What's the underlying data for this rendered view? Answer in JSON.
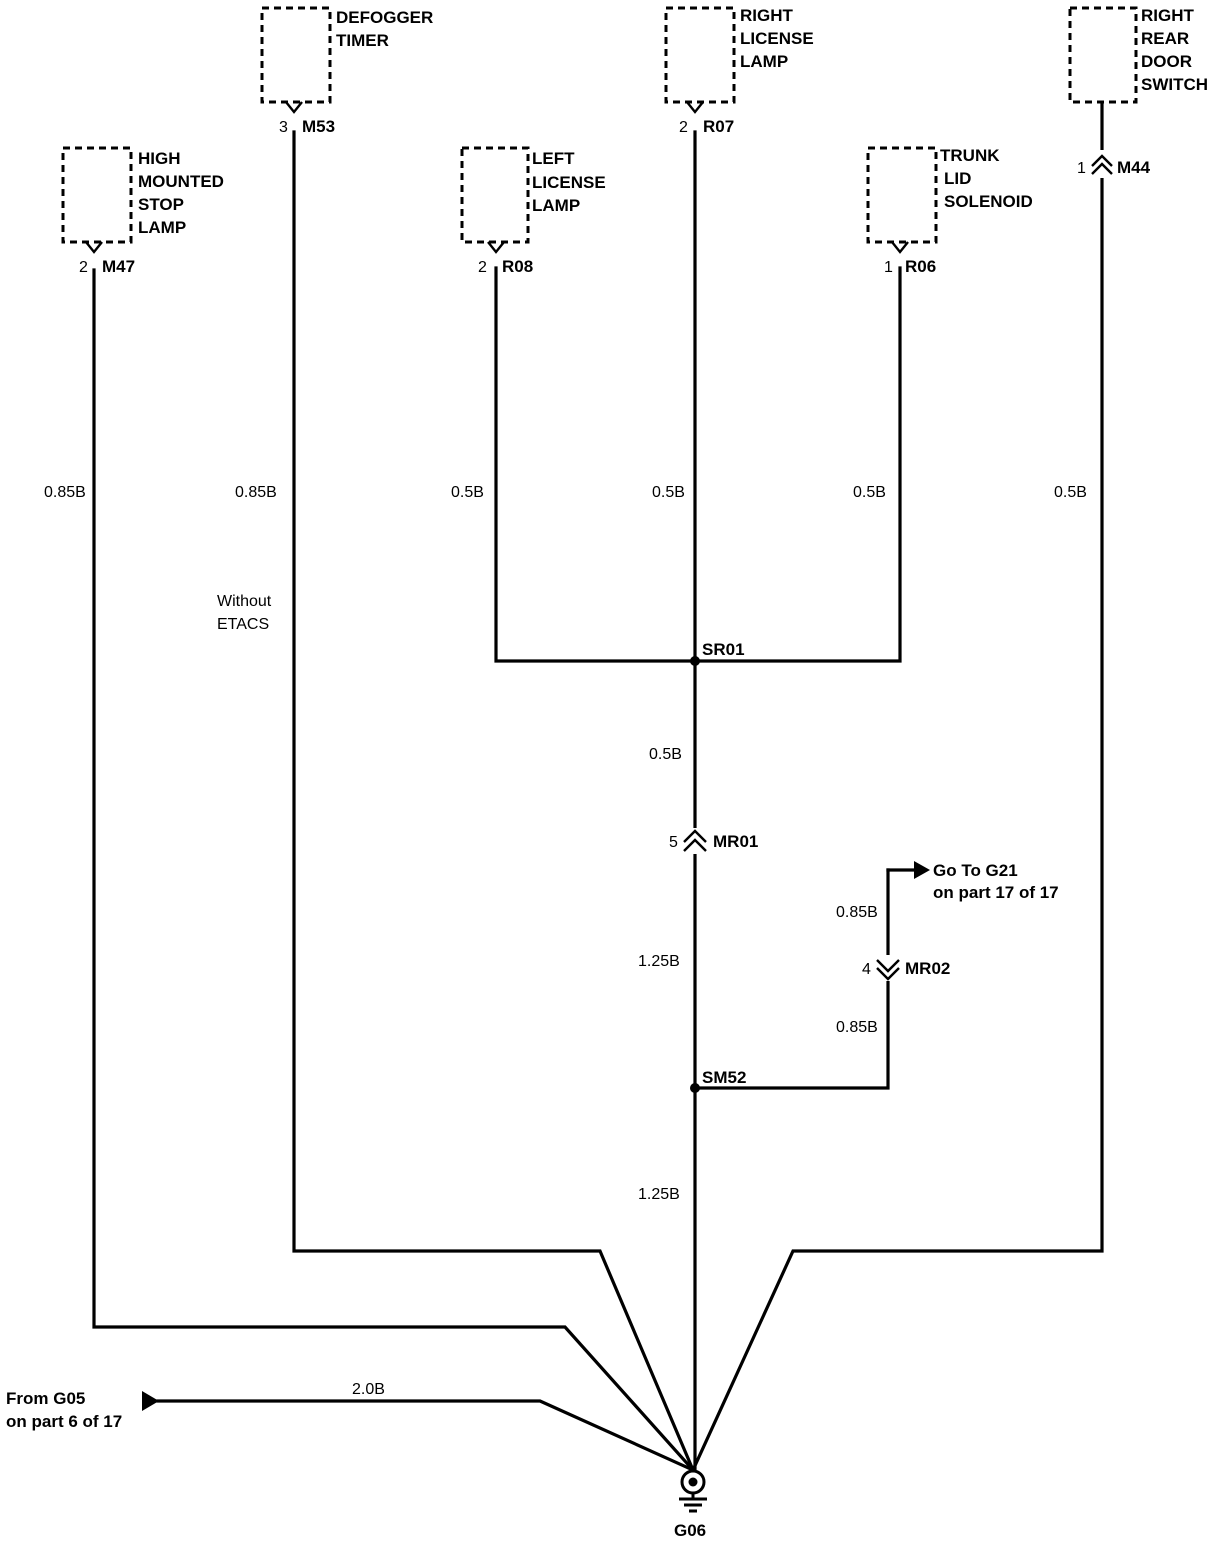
{
  "components": {
    "high_mounted_stop_lamp": {
      "lines": [
        "HIGH",
        "MOUNTED",
        "STOP",
        "LAMP"
      ],
      "pin": "2",
      "connector": "M47"
    },
    "defogger_timer": {
      "lines": [
        "DEFOGGER",
        "TIMER"
      ],
      "pin": "3",
      "connector": "M53"
    },
    "left_license_lamp": {
      "lines": [
        "LEFT",
        "LICENSE",
        "LAMP"
      ],
      "pin": "2",
      "connector": "R08"
    },
    "right_license_lamp": {
      "lines": [
        "RIGHT",
        "LICENSE",
        "LAMP"
      ],
      "pin": "2",
      "connector": "R07"
    },
    "trunk_lid_solenoid": {
      "lines": [
        "TRUNK",
        "LID",
        "SOLENOID"
      ],
      "pin": "1",
      "connector": "R06"
    },
    "right_rear_door_switch": {
      "lines": [
        "RIGHT",
        "REAR",
        "DOOR",
        "SWITCH"
      ]
    }
  },
  "inline_connectors": {
    "m44": {
      "pin": "1",
      "name": "M44"
    },
    "mr01": {
      "pin": "5",
      "name": "MR01"
    },
    "mr02": {
      "pin": "4",
      "name": "MR02"
    }
  },
  "wires": {
    "m47": "0.85B",
    "m53": "0.85B",
    "r08": "0.5B",
    "r07": "0.5B",
    "r06": "0.5B",
    "m44": "0.5B",
    "sr01_down": "0.5B",
    "mr01_down": "1.25B",
    "to_g21": "0.85B",
    "mr02_down": "0.85B",
    "sm52_down": "1.25B",
    "from_g05": "2.0B"
  },
  "splices": {
    "sr01": "SR01",
    "sm52": "SM52"
  },
  "notes": {
    "without_etacs": [
      "Without",
      "ETACS"
    ]
  },
  "arrows": {
    "go_to_g21": [
      "Go To G21",
      "on part 17 of 17"
    ],
    "from_g05": [
      "From G05",
      "on part 6 of 17"
    ]
  },
  "ground": {
    "name": "G06"
  }
}
